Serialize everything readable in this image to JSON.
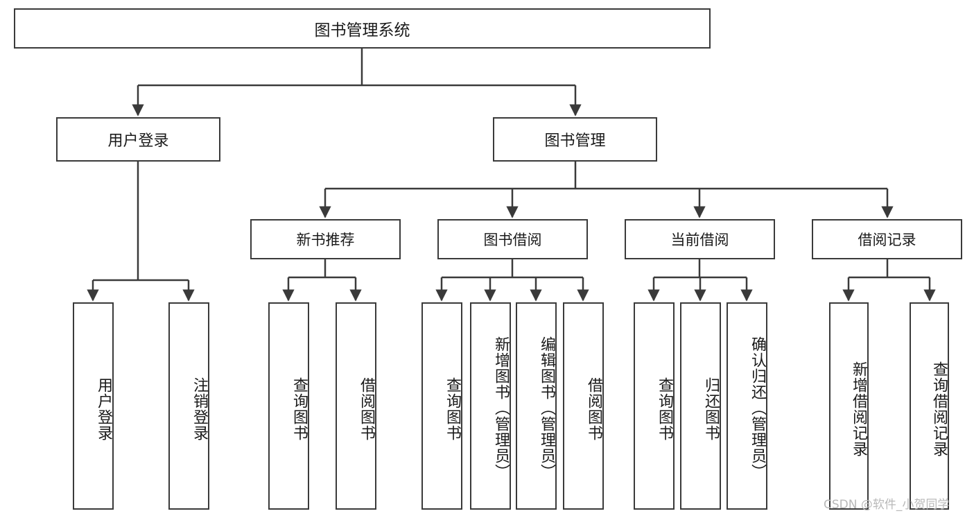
{
  "diagram": {
    "title": "图书管理系统",
    "type": "tree",
    "root": {
      "id": "root",
      "label": "图书管理系统"
    },
    "level2": [
      {
        "id": "user-login",
        "label": "用户登录"
      },
      {
        "id": "book-manage",
        "label": "图书管理"
      }
    ],
    "level3": [
      {
        "id": "new-book-recommend",
        "label": "新书推荐",
        "parent": "book-manage"
      },
      {
        "id": "book-borrow",
        "label": "图书借阅",
        "parent": "book-manage"
      },
      {
        "id": "current-borrow",
        "label": "当前借阅",
        "parent": "book-manage"
      },
      {
        "id": "borrow-record",
        "label": "借阅记录",
        "parent": "book-manage"
      }
    ],
    "leaves": [
      {
        "id": "leaf-user-login",
        "label": "用户登录",
        "parent": "user-login"
      },
      {
        "id": "leaf-logout",
        "label": "注销登录",
        "parent": "user-login"
      },
      {
        "id": "leaf-query-book-1",
        "label": "查询图书",
        "parent": "new-book-recommend"
      },
      {
        "id": "leaf-borrow-book-1",
        "label": "借阅图书",
        "parent": "new-book-recommend"
      },
      {
        "id": "leaf-query-book-2",
        "label": "查询图书",
        "parent": "book-borrow"
      },
      {
        "id": "leaf-add-book",
        "label": "新增图书（管理员）",
        "parent": "book-borrow"
      },
      {
        "id": "leaf-edit-book",
        "label": "编辑图书（管理员）",
        "parent": "book-borrow"
      },
      {
        "id": "leaf-borrow-book-2",
        "label": "借阅图书",
        "parent": "book-borrow"
      },
      {
        "id": "leaf-query-book-3",
        "label": "查询图书",
        "parent": "current-borrow"
      },
      {
        "id": "leaf-return-book",
        "label": "归还图书",
        "parent": "current-borrow"
      },
      {
        "id": "leaf-confirm-return",
        "label": "确认归还（管理员）",
        "parent": "current-borrow"
      },
      {
        "id": "leaf-add-record",
        "label": "新增借阅记录",
        "parent": "borrow-record"
      },
      {
        "id": "leaf-query-record",
        "label": "查询借阅记录",
        "parent": "borrow-record"
      }
    ],
    "colors": {
      "stroke": "#3a3a3a",
      "fill": "#ffffff",
      "text": "#1a1a1a",
      "watermark": "#b9b9b9"
    }
  },
  "watermark": {
    "text": "CSDN @软件_小贺同学"
  }
}
